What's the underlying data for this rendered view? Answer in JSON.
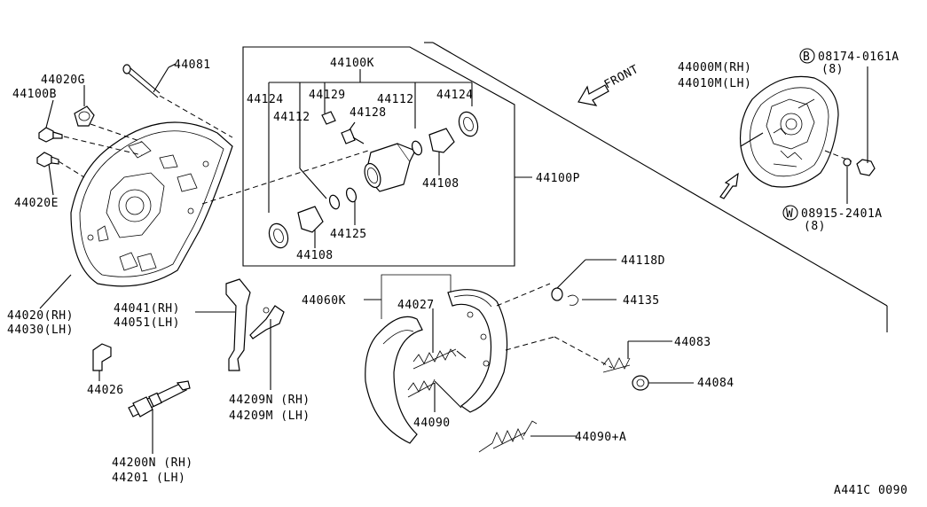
{
  "diagram_id": "A441C 0090",
  "front_label": "FRONT",
  "labels": {
    "p44081": "44081",
    "p44020G": "44020G",
    "p44100B": "44100B",
    "p44020E": "44020E",
    "p44020RH": "44020(RH)",
    "p44030LH": "44030(LH)",
    "p44041RH": "44041(RH)",
    "p44051LH": "44051(LH)",
    "p44026": "44026",
    "p44200N": "44200N (RH)",
    "p44201": "44201  (LH)",
    "p44209N": "44209N (RH)",
    "p44209M": "44209M (LH)",
    "p44100K": "44100K",
    "p44124a": "44124",
    "p44129": "44129",
    "p44112a": "44112",
    "p44112b": "44112",
    "p44124b": "44124",
    "p44128": "44128",
    "p44125": "44125",
    "p44108a": "44108",
    "p44108b": "44108",
    "p44100P": "44100P",
    "p44060K": "44060K",
    "p44027": "44027",
    "p44090": "44090",
    "p44090A": "44090+A",
    "p44118D": "44118D",
    "p44135": "44135",
    "p44083": "44083",
    "p44084": "44084",
    "p44000M": "44000M(RH)",
    "p44010M": "44010M(LH)",
    "boltB": "08174-0161A",
    "boltBqty": "(8)",
    "washerW": "08915-2401A",
    "washerWqty": "(8)",
    "circleB": "B",
    "circleW": "W"
  }
}
